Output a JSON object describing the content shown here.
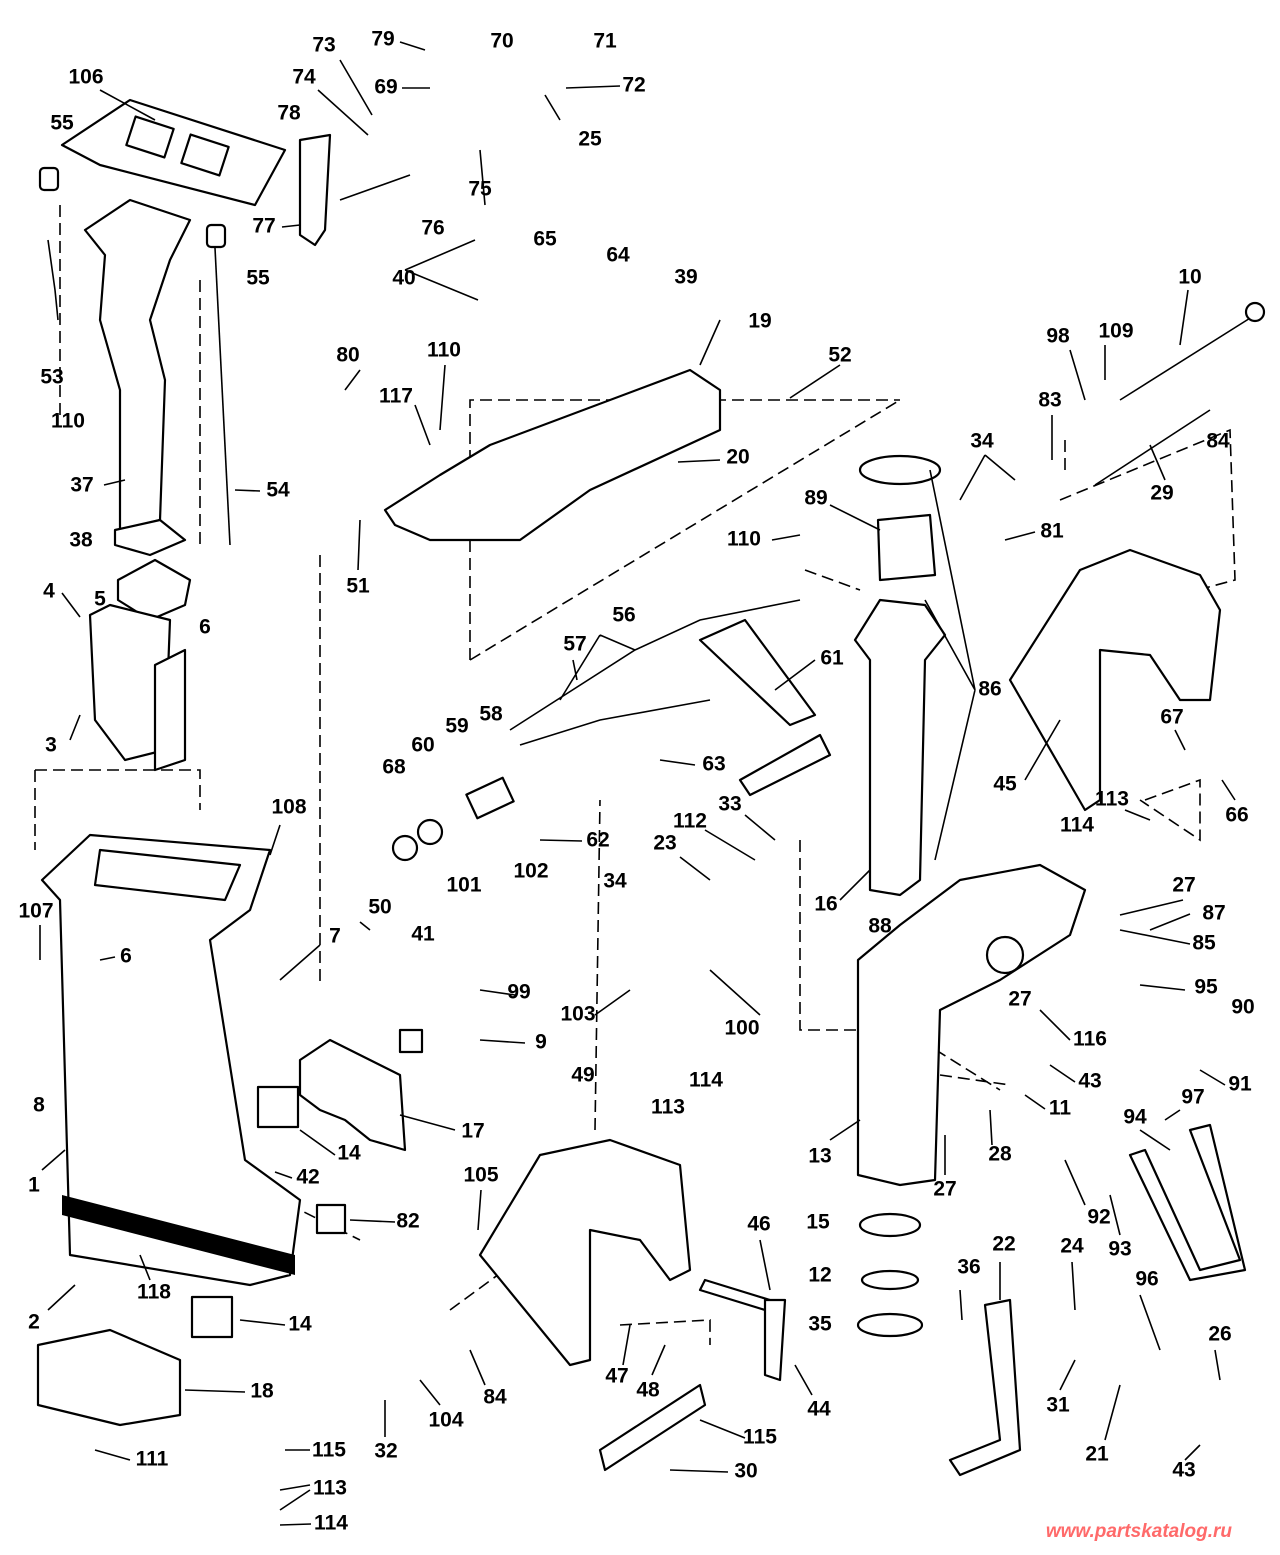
{
  "labels": [
    "79",
    "70",
    "71",
    "72",
    "73",
    "74",
    "69",
    "25",
    "106",
    "55",
    "78",
    "75",
    "77",
    "76",
    "65",
    "64",
    "39",
    "40",
    "55",
    "53",
    "110",
    "80",
    "110",
    "19",
    "52",
    "10",
    "98",
    "109",
    "117",
    "83",
    "34",
    "84",
    "20",
    "29",
    "37",
    "54",
    "89",
    "110",
    "81",
    "38",
    "51",
    "4",
    "5",
    "6",
    "56",
    "57",
    "61",
    "86",
    "67",
    "3",
    "60",
    "59",
    "58",
    "68",
    "63",
    "45",
    "113",
    "66",
    "108",
    "112",
    "33",
    "114",
    "62",
    "23",
    "16",
    "88",
    "101",
    "102",
    "34",
    "27",
    "87",
    "107",
    "50",
    "41",
    "7",
    "6",
    "85",
    "99",
    "100",
    "103",
    "27",
    "95",
    "90",
    "9",
    "116",
    "8",
    "43",
    "91",
    "49",
    "114",
    "11",
    "97",
    "94",
    "113",
    "17",
    "14",
    "42",
    "13",
    "28",
    "27",
    "1",
    "105",
    "82",
    "92",
    "15",
    "22",
    "24",
    "93",
    "36",
    "46",
    "12",
    "96",
    "118",
    "2",
    "14",
    "35",
    "26",
    "47",
    "48",
    "84",
    "44",
    "31",
    "18",
    "104",
    "32",
    "115",
    "115",
    "21",
    "43",
    "111",
    "30",
    "113",
    "114"
  ],
  "watermark": "www.partskatalog.ru"
}
